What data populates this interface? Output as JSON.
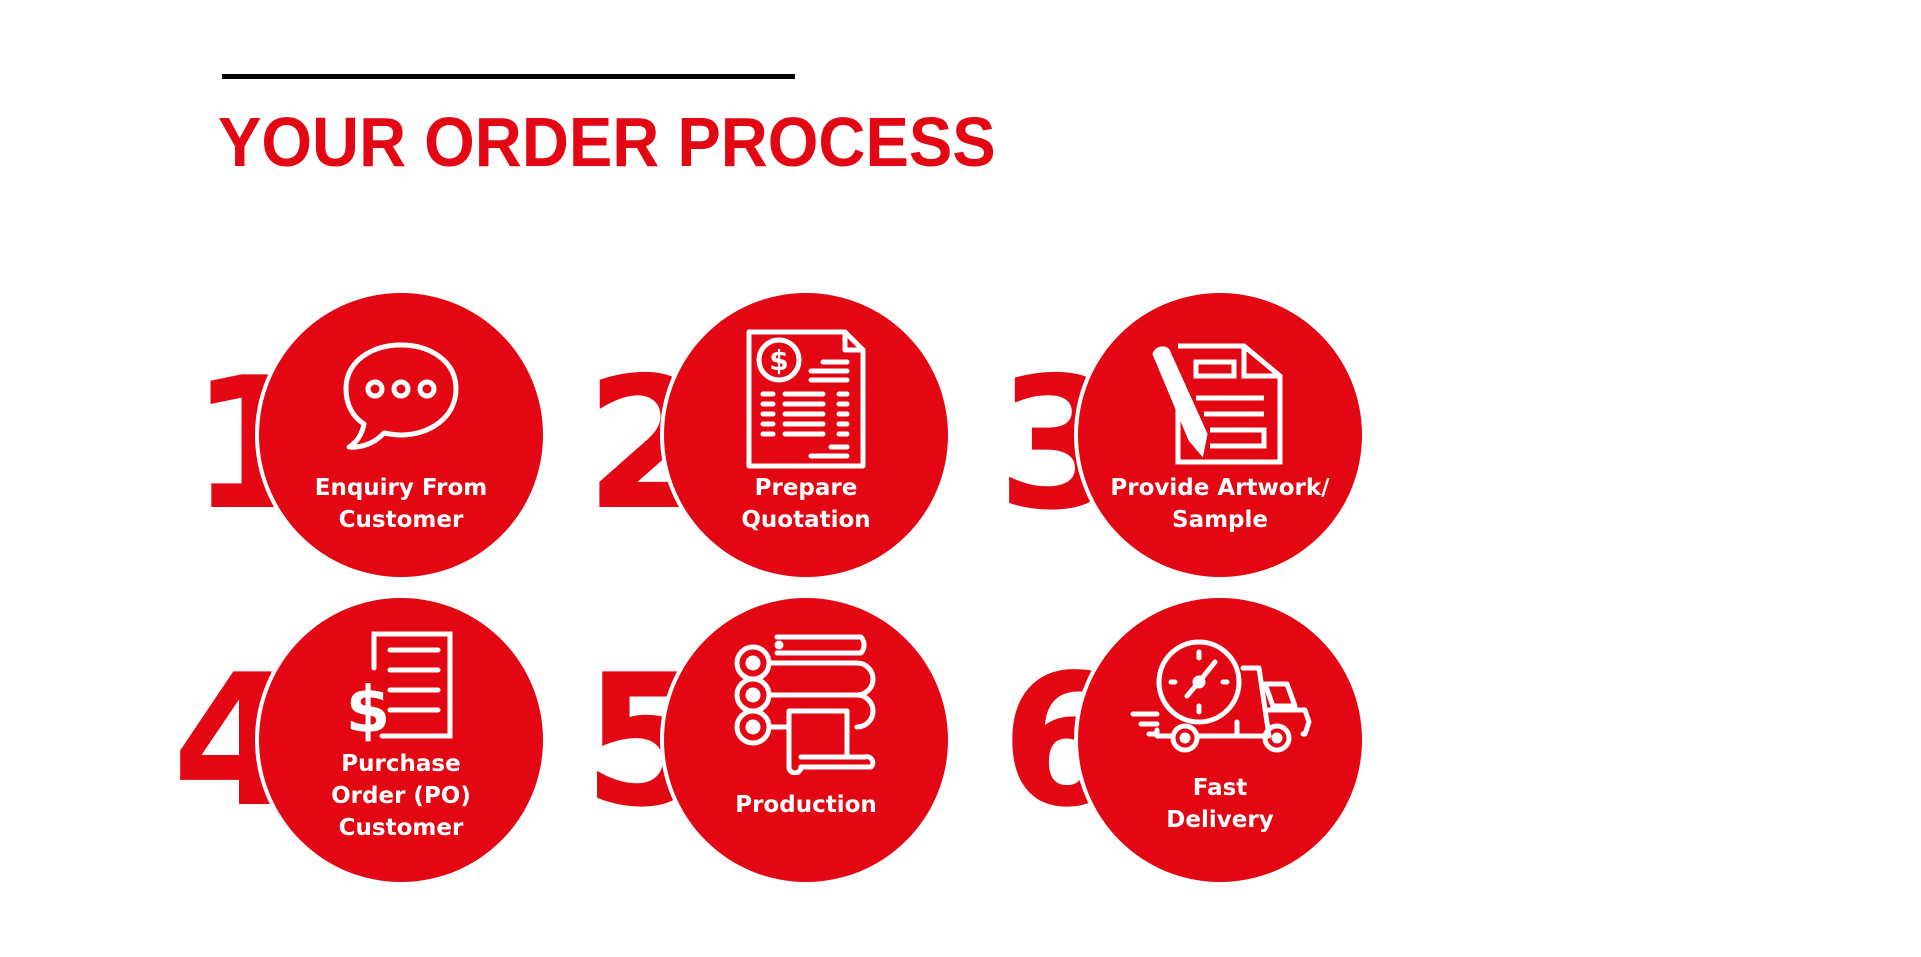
{
  "header": {
    "title": "YOUR ORDER PROCESS"
  },
  "colors": {
    "brand_red": "#E30613",
    "rule": "#000000",
    "text_on_red": "#FFFFFF"
  },
  "steps": [
    {
      "number": "1",
      "icon": "chat-bubble-icon",
      "label_lines": [
        "Enquiry From",
        "Customer"
      ]
    },
    {
      "number": "2",
      "icon": "quotation-document-icon",
      "label_lines": [
        "Prepare",
        "Quotation"
      ]
    },
    {
      "number": "3",
      "icon": "artwork-pencil-document-icon",
      "label_lines": [
        "Provide Artwork/",
        "Sample"
      ]
    },
    {
      "number": "4",
      "icon": "purchase-order-dollar-icon",
      "label_lines": [
        "Purchase",
        "Order (PO)",
        "Customer"
      ]
    },
    {
      "number": "5",
      "icon": "printing-rollers-icon",
      "label_lines": [
        "Production"
      ]
    },
    {
      "number": "6",
      "icon": "delivery-truck-clock-icon",
      "label_lines": [
        "Fast",
        "Delivery"
      ]
    }
  ]
}
